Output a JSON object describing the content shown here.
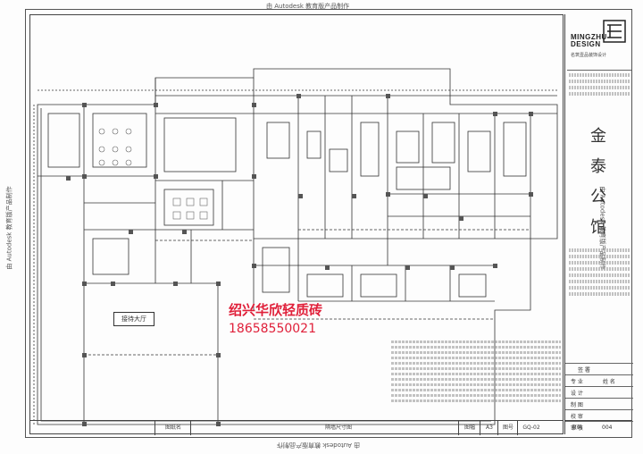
{
  "watermark": {
    "top": "由 Autodesk 教育版产品制作",
    "bottom": "由 Autodesk 教育版产品制作",
    "left": "由 Autodesk 教育版产品制作",
    "right": "由 Autodesk 教育版产品制作"
  },
  "title_block": {
    "logo_name": "MINGZHU DESIGN",
    "logo_sub": "名筑壹品装饰设计",
    "project_title": "金泰公馆",
    "sign_labels": [
      "签 署",
      "专 业",
      "设 计",
      "制 图",
      "校 审",
      "审 核"
    ],
    "sign_header": "姓 名"
  },
  "plan": {
    "reception_label": "接待大厅"
  },
  "overlay": {
    "company": "绍兴华欣轻质砖",
    "phone": "18658550021"
  },
  "bottom_bar": {
    "drawing_name_label": "图纸名",
    "drawing_name": "隔墙尺寸图",
    "scale_label": "图幅",
    "scale_value": "A3",
    "sheet_no_label": "图号",
    "sheet_no": "GQ-02",
    "page_label": "页码",
    "page_value": "004"
  },
  "colors": {
    "overlay_red": "#e0203a",
    "line": "#333333"
  }
}
